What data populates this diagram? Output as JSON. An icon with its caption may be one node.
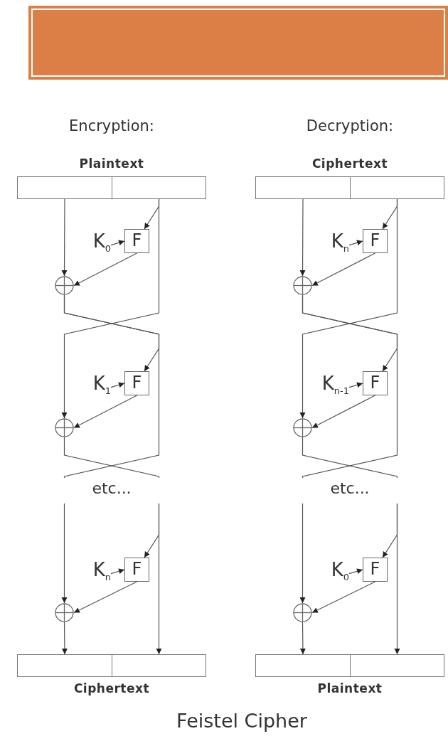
{
  "diagram": {
    "caption": "Feistel Cipher",
    "nodes": [
      {
        "text": [
          "Plaintext"
        ]
      },
      {
        "text": [],
        "shape": "box",
        "in": 0
      },
      {
        "text": [],
        "shape": "box",
        "in": 0
      },
      {
        "text": [
          "K$_{0}$"
        ]
      },
      {
        "text": [
          "F"
        ]
      },
      {
        "text": [],
        "shape": "circle"
      },
      {
        "text": [
          "K$_{1}$"
        ]
      },
      {
        "text": [
          "F"
        ]
      },
      {
        "text": [],
        "shape": "circle"
      },
      {
        "text": [
          "etc..."
        ]
      },
      {
        "text": [
          "K$_{n}$"
        ]
      },
      {
        "text": [
          "F"
        ]
      },
      {
        "text": [],
        "shape": "circle"
      },
      {
        "text": [
          "Ciphertext"
        ]
      },
      {
        "text": [],
        "shape": "box",
        "in": 13
      },
      {
        "text": [],
        "shape": "box",
        "in": 13
      },
      {
        "text": [
          "Ciphertext"
        ]
      },
      {
        "text": [],
        "shape": "box",
        "in": 16
      },
      {
        "text": [],
        "shape": "box",
        "in": 16
      },
      {
        "text": [
          "K$_{n}$"
        ]
      },
      {
        "text": [
          "F"
        ]
      },
      {
        "text": [],
        "shape": "circle"
      },
      {
        "text": [
          "K$_{n-1}$"
        ]
      },
      {
        "text": [
          "F"
        ]
      },
      {
        "text": [],
        "shape": "circle"
      },
      {
        "text": [
          "etc..."
        ]
      },
      {
        "text": [
          "K$_{0}$"
        ]
      },
      {
        "text": [
          "F"
        ]
      },
      {
        "text": [],
        "shape": "circle"
      },
      {
        "text": [
          "Plaintext"
        ]
      },
      {
        "text": [],
        "shape": "box",
        "in": 29
      },
      {
        "text": [],
        "shape": "box",
        "in": 29
      }
    ],
    "edges": [
      {
        "from": 1,
        "to": 5,
        "arrow": "to"
      },
      {
        "from": 2,
        "to": 4,
        "arrow": "to"
      },
      {
        "from": 3,
        "to": 4,
        "arrow": "to"
      },
      {
        "from": 4,
        "to": 5,
        "arrow": "to"
      },
      {
        "from": 2,
        "to": 8,
        "arrow": "to"
      },
      {
        "from": 5,
        "to": 7,
        "arrow": "to"
      },
      {
        "from": 6,
        "to": 7,
        "arrow": "to"
      },
      {
        "from": 7,
        "to": 8,
        "arrow": "to"
      },
      {
        "from": 5,
        "to": 9,
        "arrow": "none"
      },
      {
        "from": 8,
        "to": 9,
        "arrow": "none"
      },
      {
        "from": 9,
        "to": 12,
        "arrow": "to"
      },
      {
        "from": 9,
        "to": 11,
        "arrow": "to"
      },
      {
        "from": 10,
        "to": 11,
        "arrow": "to"
      },
      {
        "from": 11,
        "to": 12,
        "arrow": "to"
      },
      {
        "from": 12,
        "to": 14,
        "arrow": "to"
      },
      {
        "from": 9,
        "to": 15,
        "arrow": "to"
      },
      {
        "from": 17,
        "to": 21,
        "arrow": "to"
      },
      {
        "from": 18,
        "to": 20,
        "arrow": "to"
      },
      {
        "from": 19,
        "to": 20,
        "arrow": "to"
      },
      {
        "from": 20,
        "to": 21,
        "arrow": "to"
      },
      {
        "from": 18,
        "to": 24,
        "arrow": "to"
      },
      {
        "from": 21,
        "to": 23,
        "arrow": "to"
      },
      {
        "from": 22,
        "to": 23,
        "arrow": "to"
      },
      {
        "from": 23,
        "to": 24,
        "arrow": "to"
      },
      {
        "from": 21,
        "to": 25,
        "arrow": "none"
      },
      {
        "from": 24,
        "to": 25,
        "arrow": "none"
      },
      {
        "from": 25,
        "to": 28,
        "arrow": "to"
      },
      {
        "from": 25,
        "to": 27,
        "arrow": "to"
      },
      {
        "from": 26,
        "to": 27,
        "arrow": "to"
      },
      {
        "from": 27,
        "to": 28,
        "arrow": "to"
      },
      {
        "from": 28,
        "to": 30,
        "arrow": "to"
      },
      {
        "from": 25,
        "to": 31,
        "arrow": "to"
      }
    ],
    "labels": [
      "Encryption:",
      "Decryption:"
    ]
  }
}
